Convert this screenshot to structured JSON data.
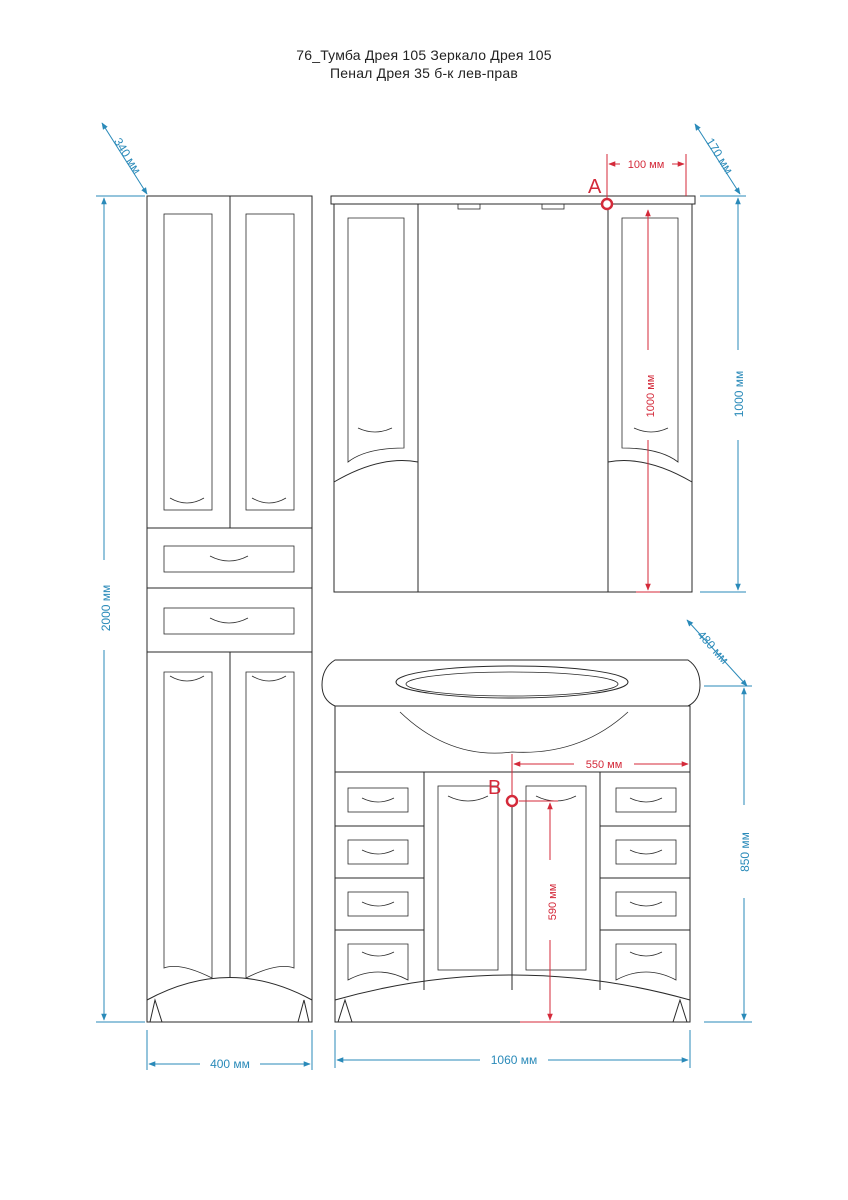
{
  "title": {
    "line1": "76_Тумба Дрея 105   Зеркало Дрея 105",
    "line2": "Пенал Дрея 35 б-к лев-прав"
  },
  "dimensions": {
    "penal_depth": "340 мм",
    "mirror_depth": "170 мм",
    "mirror_offset": "100 мм",
    "mirror_height": "1000 мм",
    "mount_a_height": "1000 мм",
    "vanity_depth": "480 мм",
    "offset_b": "550 мм",
    "vanity_height": "850 мм",
    "mount_b_height": "590 мм",
    "penal_height": "2000 мм",
    "penal_width": "400 мм",
    "vanity_width": "1060 мм"
  },
  "markers": {
    "a": "A",
    "b": "B"
  },
  "colors": {
    "dimension": "#2a8ab9",
    "mount": "#d42a3a",
    "outline": "#2a2a2a"
  }
}
